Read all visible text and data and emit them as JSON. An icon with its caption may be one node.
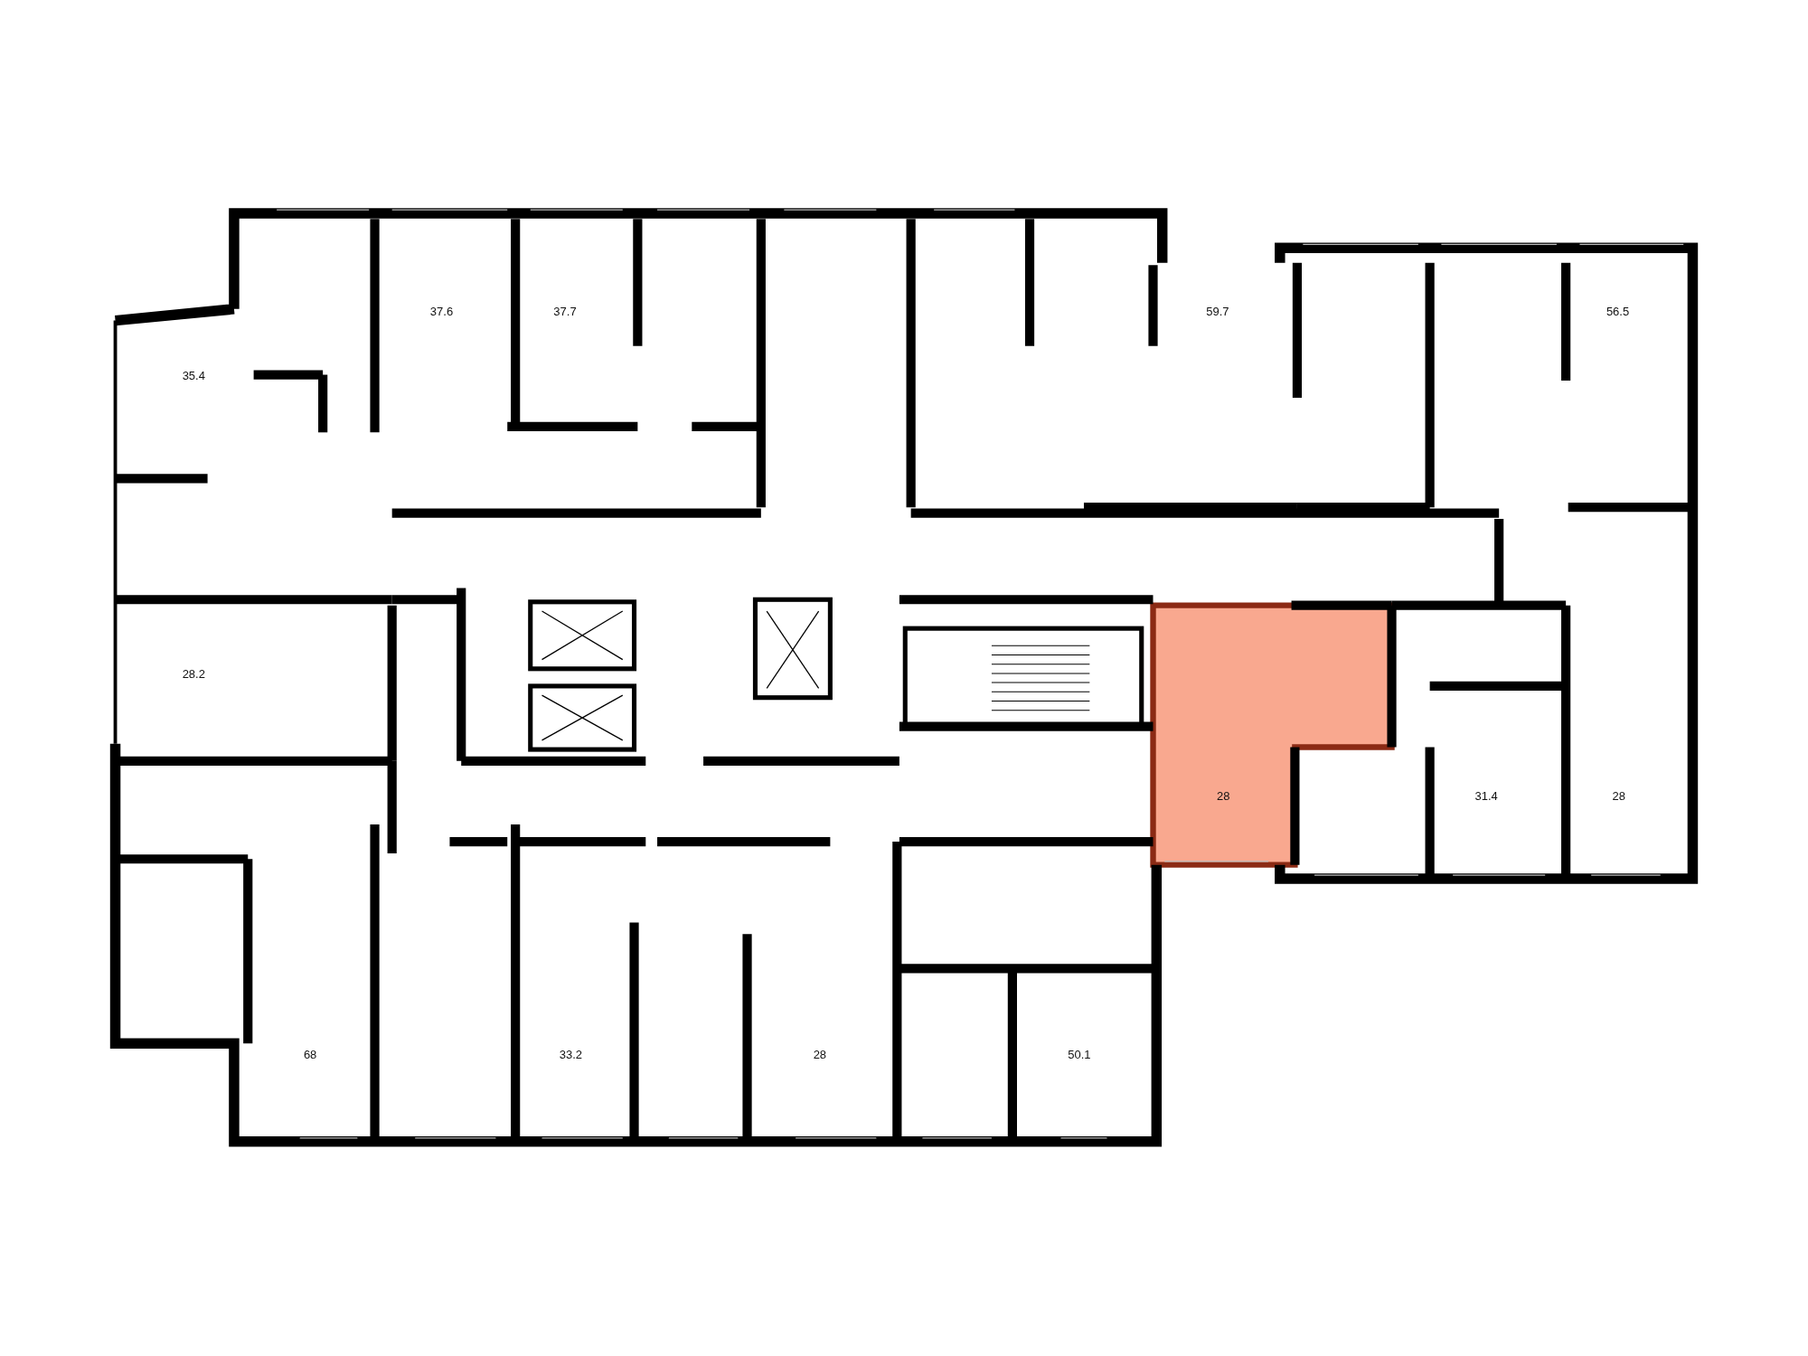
{
  "diagram": {
    "labels": [
      "37.6",
      "37.7",
      "59.7",
      "56.5",
      "35.4",
      "28.2",
      "28",
      "31.4",
      "28",
      "68",
      "33.2",
      "28",
      "50.1"
    ]
  }
}
